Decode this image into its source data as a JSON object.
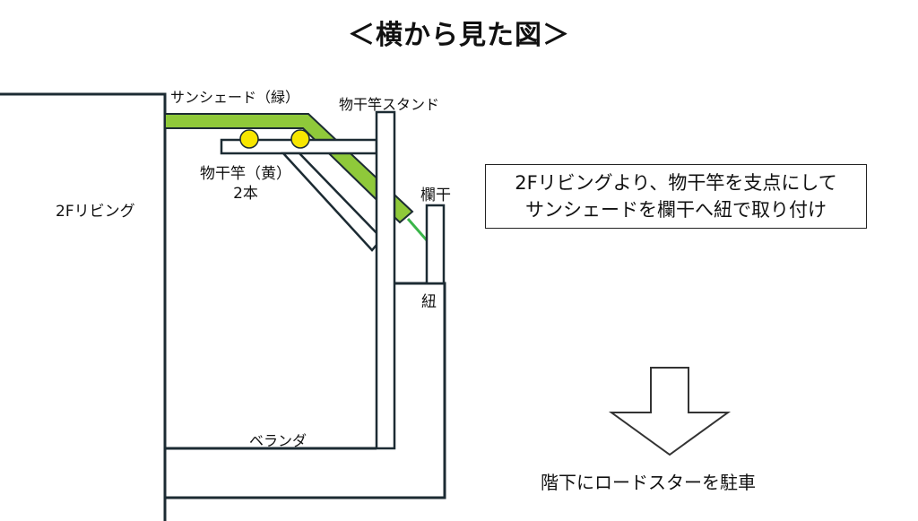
{
  "title": "＜横から見た図＞",
  "labels": {
    "living": "2Fリビング",
    "sunshade": "サンシェード（緑）",
    "stand": "物干竿スタンド",
    "poles_line1": "物干竿（黄）",
    "poles_line2": "2本",
    "railing": "欄干",
    "string": "紐",
    "veranda": "ベランダ",
    "parking": "階下にロードスターを駐車"
  },
  "note": {
    "line1": "2Fリビングより、物干竿を支点にして",
    "line2": "サンシェードを欄干へ紐で取り付け"
  },
  "colors": {
    "outline": "#1c2b33",
    "sunshade": "#8fc93a",
    "string": "#3ab54a",
    "pole": "#f7e600"
  }
}
